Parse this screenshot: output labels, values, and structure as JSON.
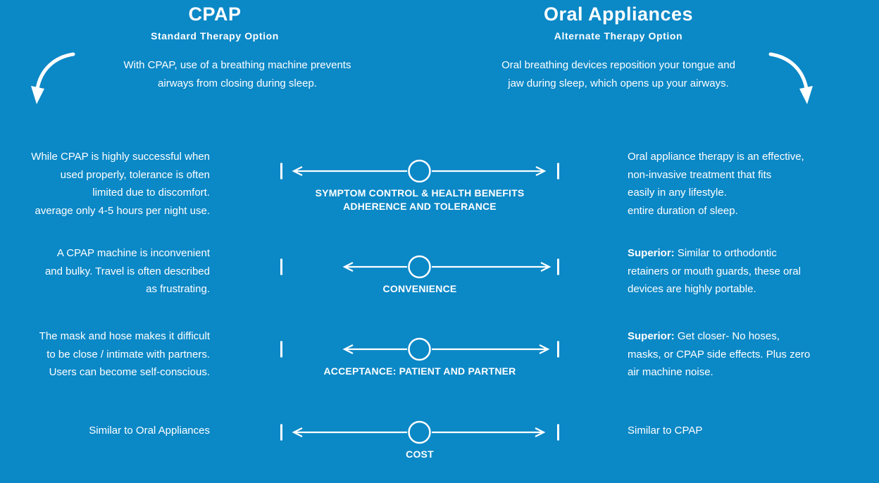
{
  "page": {
    "background_color": "#0b88c6",
    "text_color": "#ffffff"
  },
  "cpap_column": {
    "title": "CPAP",
    "subtitle": "Standard Therapy Option",
    "intro_lines": [
      "With CPAP, use of a breathing machine prevents",
      "airways from closing during sleep."
    ]
  },
  "oral_column": {
    "title": "Oral Appliances",
    "subtitle": "Alternate Therapy Option",
    "intro_lines": [
      "Oral breathing devices reposition your tongue and",
      "jaw during sleep, which opens up your airways."
    ]
  },
  "icons": {
    "left_swoosh": "curved-arrow-down-left",
    "right_swoosh": "curved-arrow-down-right",
    "row_axis": "double-headed-arrow-with-circle"
  },
  "rows": [
    {
      "category_lines": [
        "SYMPTOM CONTROL & HEALTH BENEFITS",
        "ADHERENCE AND TOLERANCE"
      ],
      "cpap_lines": [
        "While CPAP is highly successful when",
        "used properly, tolerance is often",
        "limited due to discomfort.",
        "average only 4-5 hours per night use."
      ],
      "oral_lead": "",
      "oral_lines": [
        "Oral appliance therapy is an effective,",
        "non-invasive treatment that fits",
        "easily in any lifestyle.",
        "entire duration of sleep."
      ]
    },
    {
      "category_lines": [
        "CONVENIENCE"
      ],
      "cpap_lines": [
        "A CPAP machine is inconvenient",
        "and bulky. Travel is often described",
        "as frustrating."
      ],
      "oral_lead": "Superior:",
      "oral_lines": [
        "Similar to orthodontic",
        "retainers or mouth guards, these oral",
        "devices are highly portable."
      ]
    },
    {
      "category_lines": [
        "ACCEPTANCE: PATIENT AND PARTNER"
      ],
      "cpap_lines": [
        "The mask and hose makes it difficult",
        "to be close / intimate with partners.",
        "Users can become self-conscious."
      ],
      "oral_lead": "Superior:",
      "oral_lines": [
        "Get closer- No hoses,",
        "masks, or CPAP side effects. Plus zero",
        "air machine noise."
      ]
    },
    {
      "category_lines": [
        "COST"
      ],
      "cpap_lines": [
        "Similar to Oral Appliances"
      ],
      "oral_lead": "",
      "oral_lines": [
        "Similar to CPAP"
      ]
    }
  ]
}
